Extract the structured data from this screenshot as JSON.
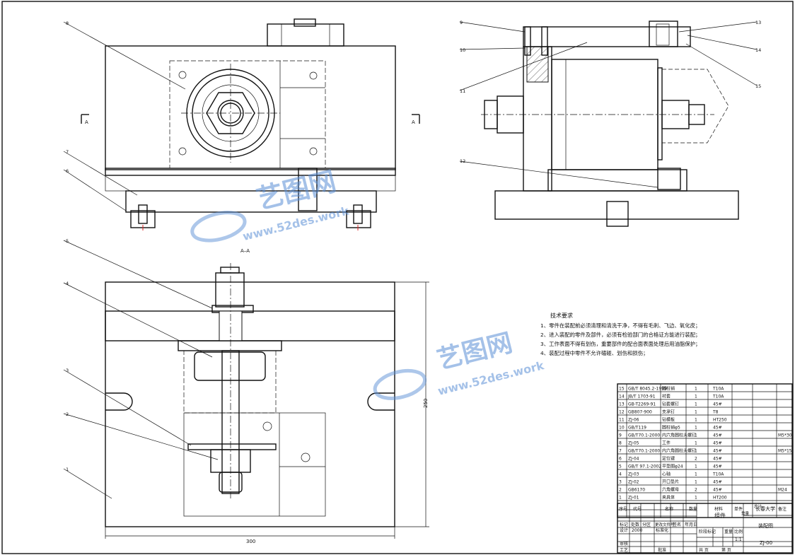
{
  "section_label": "A–A",
  "section_marker": "A",
  "dimensions": {
    "width": "300",
    "height": "250"
  },
  "callouts": [
    "1",
    "2",
    "3",
    "4",
    "5",
    "6",
    "7",
    "8",
    "9",
    "10",
    "11",
    "12",
    "13",
    "14",
    "15"
  ],
  "tech_req": {
    "title": "技术要求",
    "lines": [
      "1、零件在装配前必须清理和清洗干净，不得有毛刺、飞边、氧化皮；",
      "2、进入装配的零件及部件，必须有检验部门的合格证方能进行装配；",
      "3、工作表面不得有划伤，重要部件的配合面表面处理后用油脂保护；",
      "4、装配过程中零件不允许磕碰、划伤和损伤；"
    ]
  },
  "bom": {
    "rows": [
      {
        "no": "15",
        "code": "GB/T 8045.2-1999",
        "name": "圆柱销",
        "qty": "1",
        "material": "T10A",
        "note": ""
      },
      {
        "no": "14",
        "code": "JB/T 1703-91",
        "name": "衬套",
        "qty": "1",
        "material": "T10A",
        "note": ""
      },
      {
        "no": "13",
        "code": "GB-T2269-91",
        "name": "钻套螺钉",
        "qty": "1",
        "material": "45#",
        "note": ""
      },
      {
        "no": "12",
        "code": "GB807-900",
        "name": "支承钉",
        "qty": "1",
        "material": "T8",
        "note": ""
      },
      {
        "no": "11",
        "code": "ZJ-06",
        "name": "钻模板",
        "qty": "1",
        "material": "HT250",
        "note": ""
      },
      {
        "no": "10",
        "code": "GB/T119",
        "name": "圆柱销φ5",
        "qty": "1",
        "material": "45#",
        "note": ""
      },
      {
        "no": "9",
        "code": "GB/T70.1-2000",
        "name": "内六角圆柱头螺钉",
        "qty": "1",
        "material": "45#",
        "note": "M5*30"
      },
      {
        "no": "8",
        "code": "ZJ-05",
        "name": "工件",
        "qty": "1",
        "material": "45#",
        "note": ""
      },
      {
        "no": "7",
        "code": "GB/T70.1-2000",
        "name": "内六角圆柱头螺钉",
        "qty": "1",
        "material": "45#",
        "note": "M5*15"
      },
      {
        "no": "6",
        "code": "ZJ-04",
        "name": "定位键",
        "qty": "2",
        "material": "45#",
        "note": ""
      },
      {
        "no": "5",
        "code": "GB/T 97.1-2002",
        "name": "平垫圈φ24",
        "qty": "1",
        "material": "45#",
        "note": ""
      },
      {
        "no": "4",
        "code": "ZJ-03",
        "name": "心轴",
        "qty": "1",
        "material": "T10A",
        "note": ""
      },
      {
        "no": "3",
        "code": "ZJ-02",
        "name": "开口垫片",
        "qty": "1",
        "material": "45#",
        "note": ""
      },
      {
        "no": "2",
        "code": "GB6170",
        "name": "六角螺母",
        "qty": "2",
        "material": "45#",
        "note": "M24"
      },
      {
        "no": "1",
        "code": "ZJ-01",
        "name": "夹具体",
        "qty": "1",
        "material": "HT200",
        "note": ""
      }
    ],
    "header": {
      "no": "序号",
      "code": "代号",
      "name": "名称",
      "qty": "数量",
      "material": "材料",
      "unit_weight": "单件",
      "total_weight": "总计",
      "weight": "重量",
      "note": "备注"
    }
  },
  "title_block": {
    "assembly": "组件",
    "school": "长春大学",
    "drawing_name": "装配图",
    "drawing_no": "ZJ-00",
    "scale": "1:1",
    "year": "2000",
    "labels": [
      "标记",
      "处数",
      "分区",
      "更改文件号",
      "签名",
      "年月日",
      "设计",
      "标准化",
      "审核",
      "工艺",
      "阶段标记",
      "重量",
      "比例",
      "共 页",
      "第 页",
      "批准"
    ]
  },
  "watermark": {
    "text": "艺图网",
    "url1": "www.52des.work",
    "url2": "www.52des.work"
  }
}
